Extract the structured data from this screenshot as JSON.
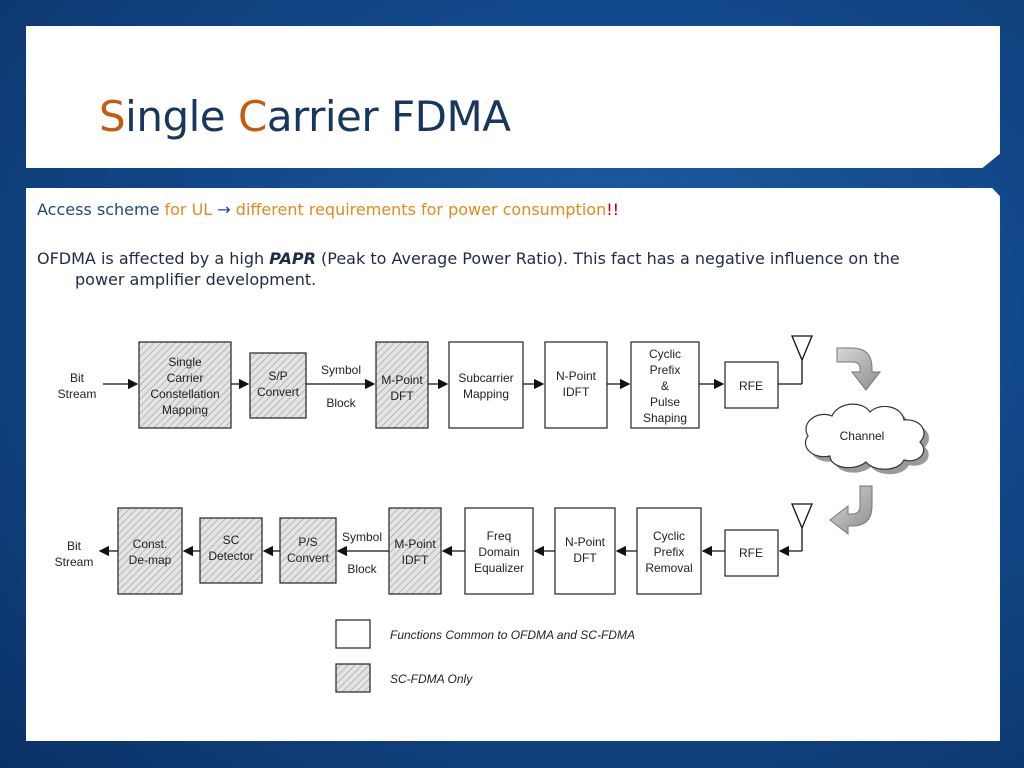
{
  "title": {
    "first_letter": "S",
    "part1": "ingle ",
    "second_letter": "C",
    "part2": "arrier FDMA"
  },
  "line1": {
    "prefix": "Access scheme ",
    "for_ul": "for UL",
    "arrow": " → ",
    "req": "different requirements for power consumption",
    "exclaim": "!!"
  },
  "para2": {
    "before": "OFDMA is affected by a high ",
    "papr": "PAPR",
    "after": " (Peak to Average Power Ratio). This fact has a negative influence on the",
    "cont": "power amplifier development."
  },
  "diagram": {
    "tx": {
      "bit_stream": [
        "Bit",
        "Stream"
      ],
      "const_mapping": [
        "Single",
        "Carrier",
        "Constellation",
        "Mapping"
      ],
      "sp_convert": [
        "S/P",
        "Convert"
      ],
      "symbol": "Symbol",
      "block": "Block",
      "mpoint_dft": [
        "M-Point",
        "DFT"
      ],
      "subcarrier": [
        "Subcarrier",
        "Mapping"
      ],
      "npoint_idft": [
        "N-Point",
        "IDFT"
      ],
      "cyclic": [
        "Cyclic",
        "Prefix",
        "&",
        "Pulse",
        "Shaping"
      ],
      "rfe": "RFE"
    },
    "channel": "Channel",
    "rx": {
      "bit_stream": [
        "Bit",
        "Stream"
      ],
      "demap": [
        "Const.",
        "De-map"
      ],
      "sc_detector": [
        "SC",
        "Detector"
      ],
      "ps_convert": [
        "P/S",
        "Convert"
      ],
      "symbol": "Symbol",
      "block": "Block",
      "mpoint_idft": [
        "M-Point",
        "IDFT"
      ],
      "freq_eq": [
        "Freq",
        "Domain",
        "Equalizer"
      ],
      "npoint_dft": [
        "N-Point",
        "DFT"
      ],
      "cyclic_removal": [
        "Cyclic",
        "Prefix",
        "Removal"
      ],
      "rfe": "RFE"
    },
    "legend": {
      "common": "Functions Common to OFDMA and SC-FDMA",
      "scfdma": "SC-FDMA Only"
    }
  }
}
